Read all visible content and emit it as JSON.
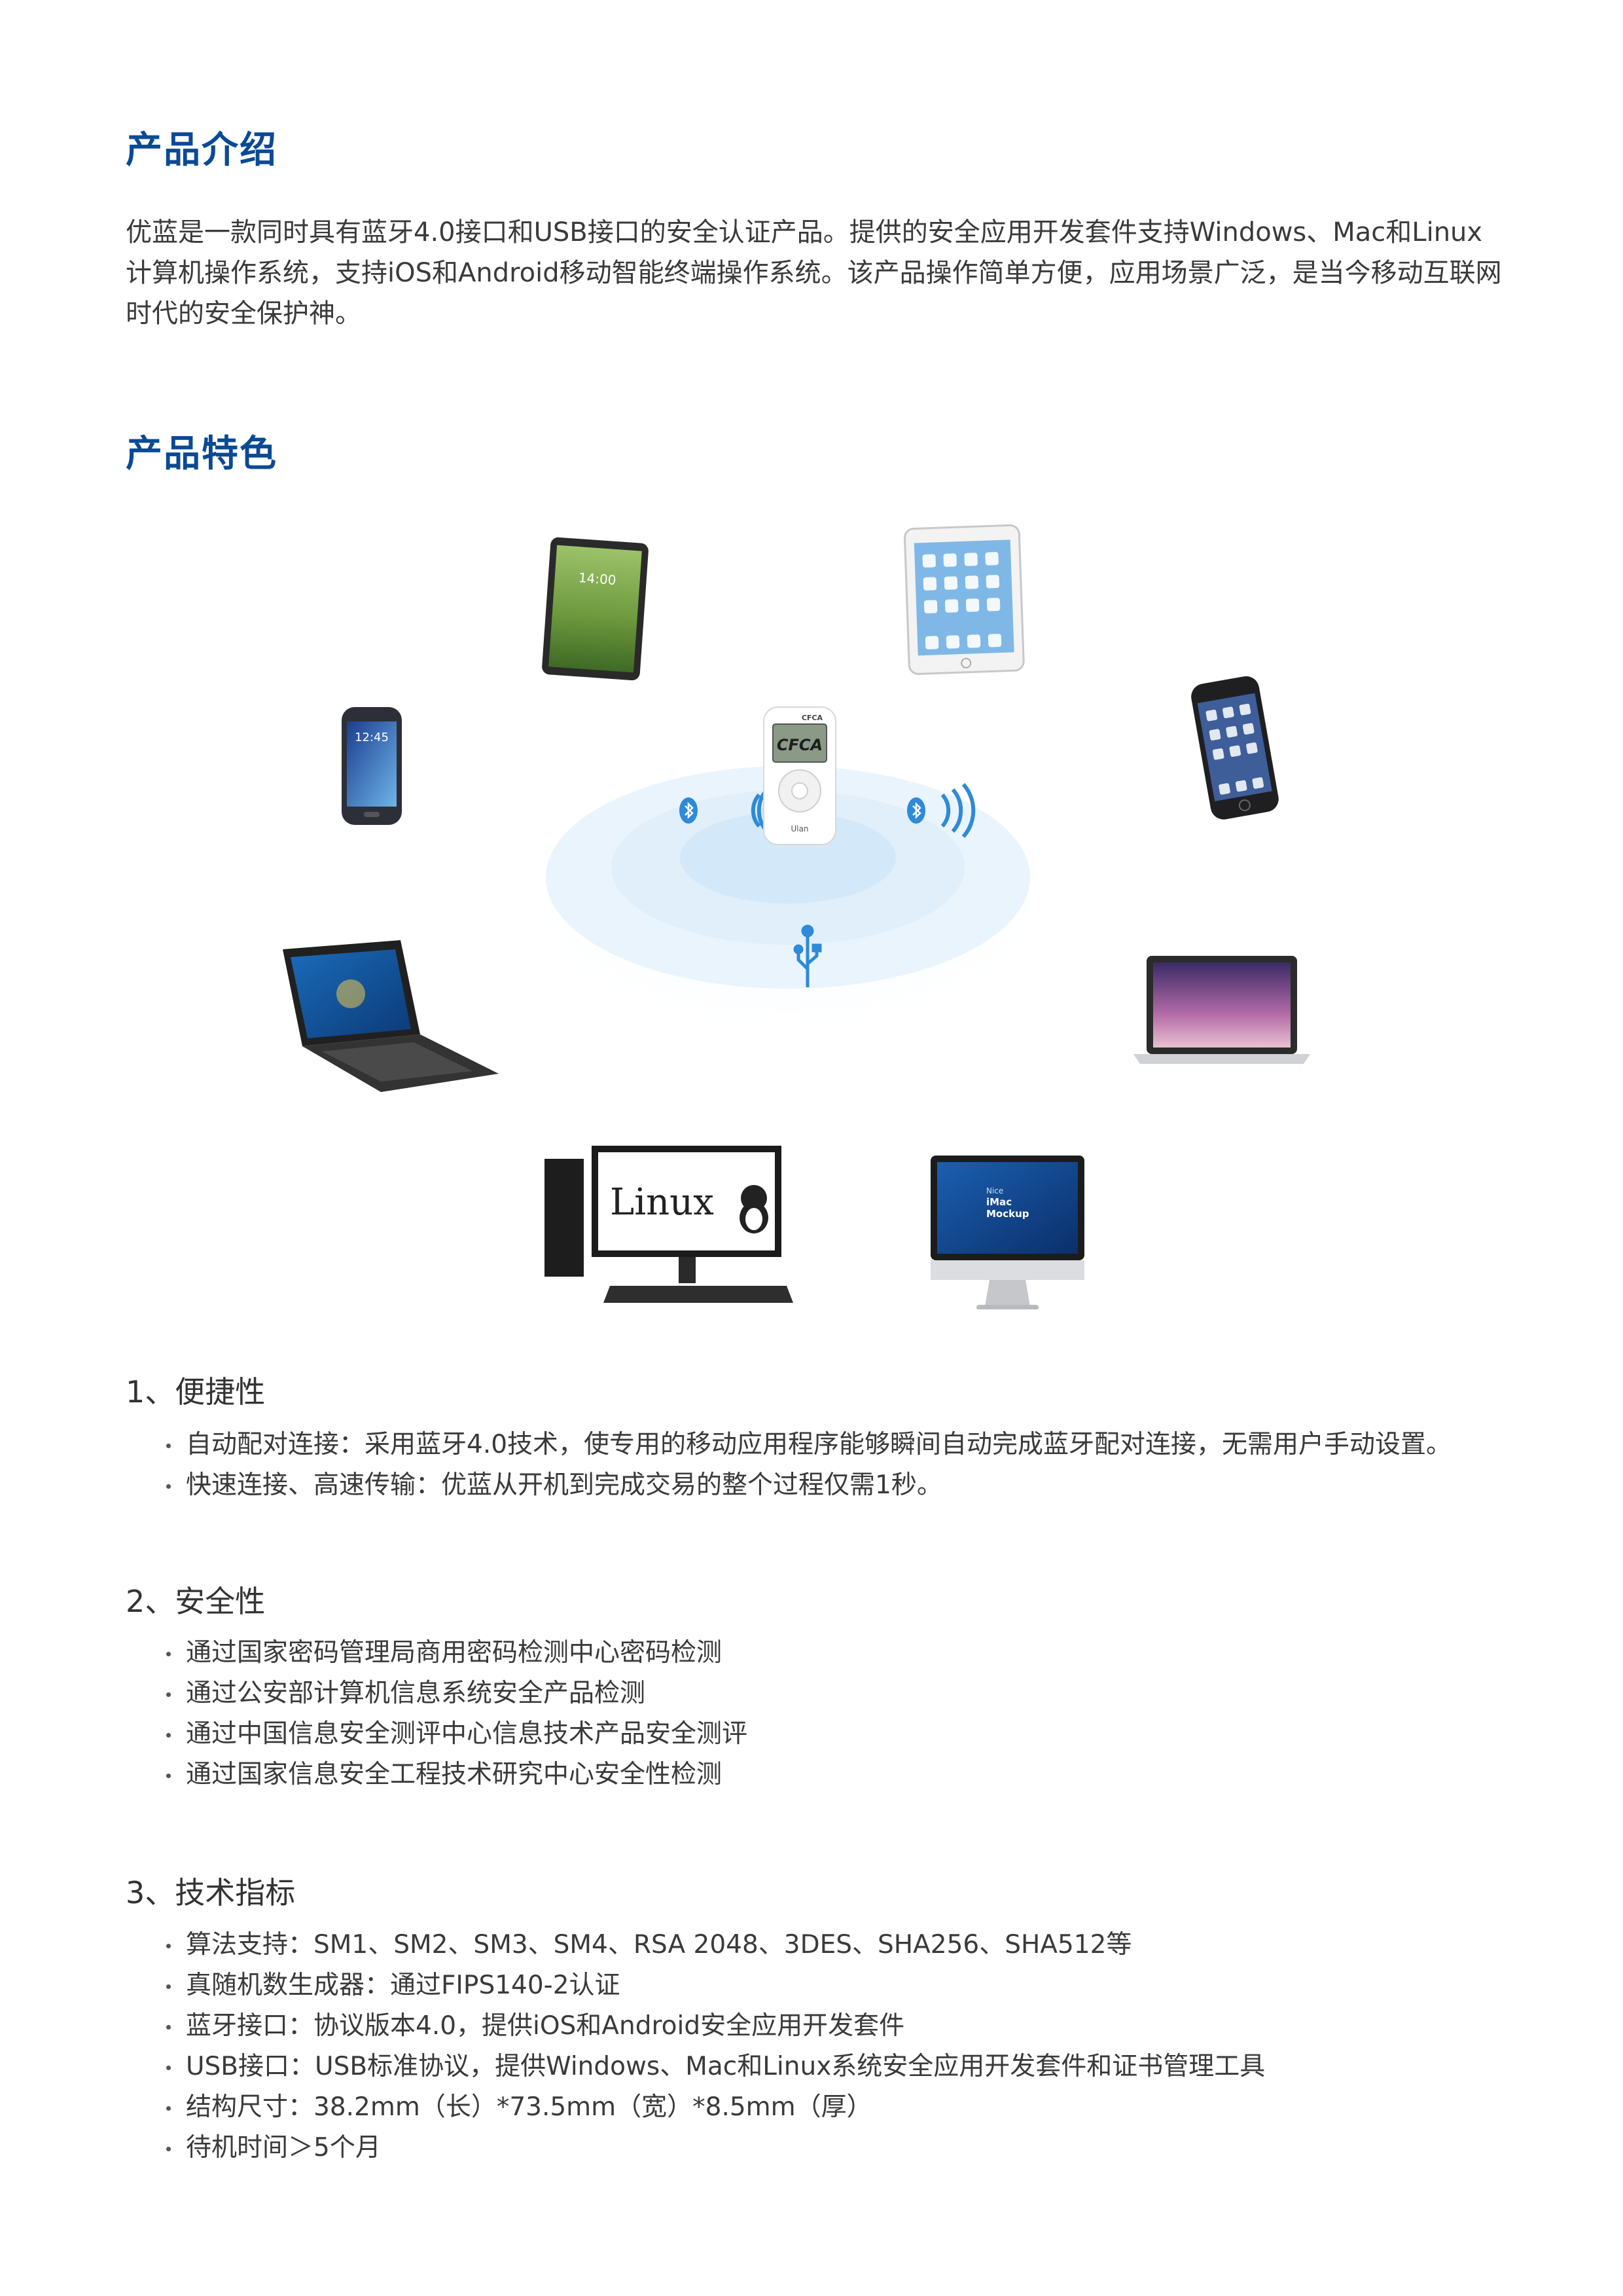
{
  "intro": {
    "title": "产品介绍",
    "body": "优蓝是一款同时具有蓝牙4.0接口和USB接口的安全认证产品。提供的安全应用开发套件支持Windows、Mac和Linux计算机操作系统，支持iOS和Android移动智能终端操作系统。该产品操作简单方便，应用场景广泛，是当今移动互联网时代的安全保护神。"
  },
  "features": {
    "title": "产品特色",
    "diagram": {
      "device_brand": "CFCA",
      "device_screen": "CFCA",
      "device_label": "Ulan",
      "tablet_time": "14:00",
      "phone_time": "12:45",
      "linux_text": "Linux",
      "imac_line1": "Nice",
      "imac_line2": "iMac",
      "imac_line3": "Mockup",
      "bluetooth_icon": "bluetooth-icon",
      "usb_icon": "usb-icon",
      "colors": {
        "ring": "#cfe6f7",
        "wave": "#2f8ad8",
        "accent": "#0a4a94"
      }
    },
    "sections": [
      {
        "title": "1、便捷性",
        "items": [
          "自动配对连接：采用蓝牙4.0技术，使专用的移动应用程序能够瞬间自动完成蓝牙配对连接，无需用户手动设置。",
          "快速连接、高速传输：优蓝从开机到完成交易的整个过程仅需1秒。"
        ]
      },
      {
        "title": "2、安全性",
        "items": [
          "通过国家密码管理局商用密码检测中心密码检测",
          "通过公安部计算机信息系统安全产品检测",
          "通过中国信息安全测评中心信息技术产品安全测评",
          "通过国家信息安全工程技术研究中心安全性检测"
        ]
      },
      {
        "title": "3、技术指标",
        "items": [
          "算法支持：SM1、SM2、SM3、SM4、RSA 2048、3DES、SHA256、SHA512等",
          "真随机数生成器：通过FIPS140-2认证",
          "蓝牙接口：协议版本4.0，提供iOS和Android安全应用开发套件",
          "USB接口：USB标准协议，提供Windows、Mac和Linux系统安全应用开发套件和证书管理工具",
          "结构尺寸：38.2mm（长）*73.5mm（宽）*8.5mm（厚）",
          "待机时间＞5个月"
        ]
      }
    ]
  }
}
